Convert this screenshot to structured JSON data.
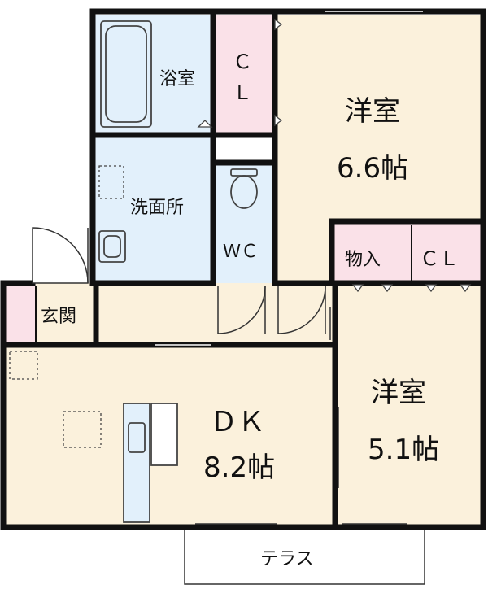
{
  "colors": {
    "wall": "#111111",
    "wet_area": "#e2f0fb",
    "dry_area": "#fbf1dc",
    "closet": "#fae1e8",
    "terrace": "#ffffff",
    "fixture_line": "#444444"
  },
  "rooms": {
    "bath": "浴室",
    "washroom": "洗面所",
    "wc": "ＷＣ",
    "entrance": "玄関",
    "closet_1": [
      "Ｃ",
      "Ｌ"
    ],
    "closet_2": "ＣＬ",
    "storage": "物入",
    "western_1": {
      "name": "洋室",
      "size": "6.6帖"
    },
    "western_2": {
      "name": "洋室",
      "size": "5.1帖"
    },
    "dk": {
      "name": "ＤＫ",
      "size": "8.2帖"
    },
    "terrace": "テラス"
  },
  "icons": [
    "bathtub-icon",
    "toilet-icon",
    "washbasin-icon",
    "kitchen-sink-icon",
    "vent-icon",
    "door-swing-icon"
  ]
}
